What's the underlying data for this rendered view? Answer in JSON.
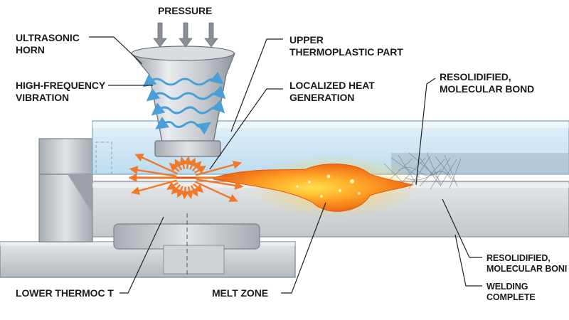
{
  "labels": {
    "pressure": "PRESSURE",
    "ultrasonic_horn": "ULTRASONIC\nHORN",
    "high_frequency_vibration": "HIGH-FREQUENCY\nVIBRATION",
    "upper_thermoplastic_part": "UPPER\nTHERMOPLASTIC PART",
    "localized_heat_generation": "LOCALIZED HEAT\nGENERATION",
    "resolidified_bond_top": "RESOLIDIFIED,\nMOLECULAR BOND",
    "resolidified_bond_bottom": "RESOLIDIFIED,\nMOLECULAR BONI",
    "welding_complete": "WELDING\nCOMPLETE",
    "lower_part": "LOWER THERMOC T",
    "melt_zone": "MELT ZONE"
  },
  "colors": {
    "upper_part": "#cfe6f4",
    "lower_part": "#cfd2d5",
    "horn_metal": "#b9bec4",
    "melt_core": "#ff8a1e",
    "melt_glow": "#ffd24a",
    "vibration_arrows": "#6ab4e6",
    "heat_arrows": "#f07a2a",
    "pressure_arrows": "#8a8f95",
    "leader_lines": "#222222"
  },
  "icons": {
    "pressure": "down-arrow-icon",
    "vibration": "wavy-double-arrow-icon",
    "heat": "radial-arrow-icon"
  }
}
